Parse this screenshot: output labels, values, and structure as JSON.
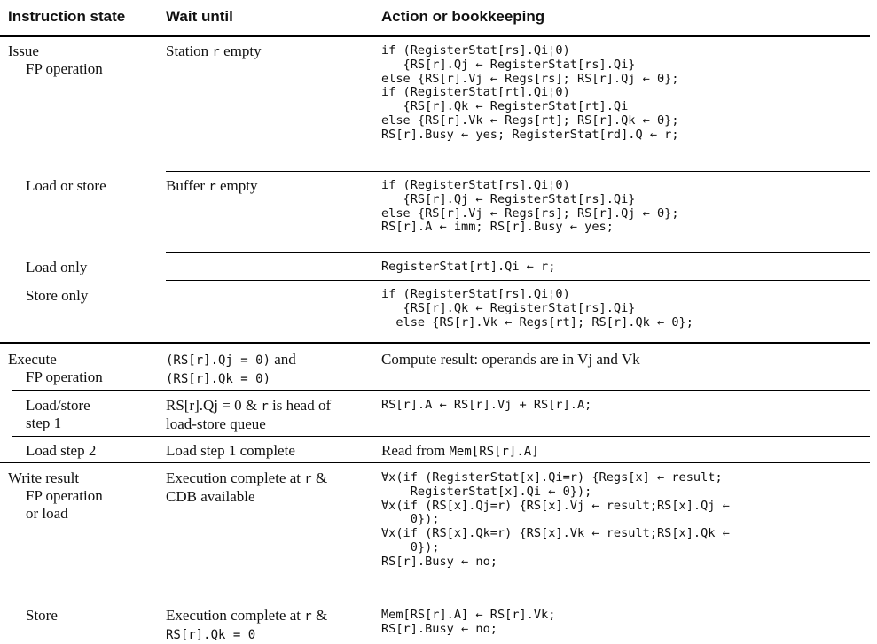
{
  "headers": {
    "state": "Instruction state",
    "wait": "Wait until",
    "action": "Action or bookkeeping"
  },
  "sections": {
    "issue": {
      "label": "Issue",
      "fp": {
        "state": "FP operation",
        "wait_prefix": "Station ",
        "wait_mono": "r",
        "wait_suffix": " empty",
        "action": [
          "if (RegisterStat[rs].Qi¦0)",
          "   {RS[r].Qj ← RegisterStat[rs].Qi}",
          "else {RS[r].Vj ← Regs[rs]; RS[r].Qj ← 0};",
          "if (RegisterStat[rt].Qi¦0)",
          "   {RS[r].Qk ← RegisterStat[rt].Qi",
          "else {RS[r].Vk ← Regs[rt]; RS[r].Qk ← 0};",
          "RS[r].Busy ← yes; RegisterStat[rd].Q ← r;"
        ]
      },
      "loadstore": {
        "state": "Load or store",
        "wait_prefix": "Buffer ",
        "wait_mono": "r",
        "wait_suffix": " empty",
        "action": [
          "if (RegisterStat[rs].Qi¦0)",
          "   {RS[r].Qj ← RegisterStat[rs].Qi}",
          "else {RS[r].Vj ← Regs[rs]; RS[r].Qj ← 0};",
          "RS[r].A ← imm; RS[r].Busy ← yes;"
        ]
      },
      "loadonly": {
        "state": "Load only",
        "action": [
          "RegisterStat[rt].Qi ← r;"
        ]
      },
      "storeonly": {
        "state": "Store only",
        "action": [
          "if (RegisterStat[rs].Qi¦0)",
          "   {RS[r].Qk ← RegisterStat[rs].Qi}",
          "  else {RS[r].Vk ← Regs[rt]; RS[r].Qk ← 0};"
        ]
      }
    },
    "execute": {
      "label": "Execute",
      "fp": {
        "state": "FP operation",
        "wait_line1_mono": "(RS[r].Qj = 0)",
        "wait_line1_suffix": " and",
        "wait_line2_mono": "(RS[r].Qk = 0)",
        "action": "Compute result: operands are in Vj and Vk"
      },
      "loadstore1": {
        "state_line1": "Load/store",
        "state_line2": "step 1",
        "wait_line1_prefix": "RS[r].Qj = 0 & ",
        "wait_line1_mono": "r",
        "wait_line1_suffix": " is head of",
        "wait_line2": "load-store queue",
        "action": "RS[r].A ← RS[r].Vj + RS[r].A;"
      },
      "load2": {
        "state": "Load step 2",
        "wait": "Load step 1 complete",
        "action_prefix": "Read from ",
        "action_mono": "Mem[RS[r].A]"
      }
    },
    "write": {
      "label": "Write result",
      "fp": {
        "state_line1": "FP operation",
        "state_line2": "or load",
        "wait_line1_prefix": "Execution complete at ",
        "wait_line1_mono": "r",
        "wait_line1_suffix": " &",
        "wait_line2": "CDB available",
        "action": [
          "∀x(if (RegisterStat[x].Qi=r) {Regs[x] ← result;",
          "    RegisterStat[x].Qi ← 0});",
          "∀x(if (RS[x].Qj=r) {RS[x].Vj ← result;RS[x].Qj ←",
          "    0});",
          "∀x(if (RS[x].Qk=r) {RS[x].Vk ← result;RS[x].Qk ←",
          "    0});",
          "RS[r].Busy ← no;"
        ]
      },
      "store": {
        "state": "Store",
        "wait_line1_prefix": "Execution complete at ",
        "wait_line1_mono": "r",
        "wait_line1_suffix": " &",
        "wait_line2_mono": "RS[r].Qk = 0",
        "action": [
          "Mem[RS[r].A] ← RS[r].Vk;",
          "RS[r].Busy ← no;"
        ]
      }
    }
  }
}
